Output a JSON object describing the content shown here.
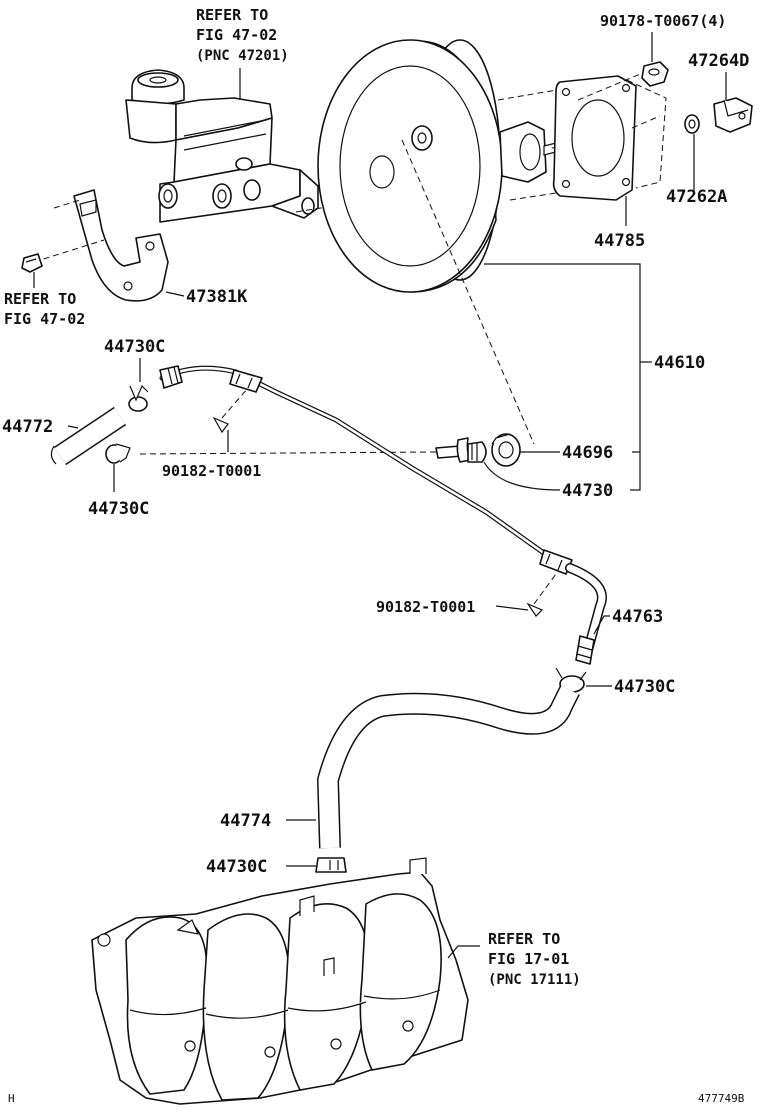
{
  "labels": {
    "refer_master_cyl_1": "REFER TO",
    "refer_master_cyl_2": "FIG 47-02",
    "refer_master_cyl_3": "(PNC 47201)",
    "refer_bracket_1": "REFER TO",
    "refer_bracket_2": "FIG 47-02",
    "refer_manifold_1": "REFER TO",
    "refer_manifold_2": "FIG 17-01",
    "refer_manifold_3": "(PNC 17111)",
    "p47381K": "47381K",
    "p90178": "90178-T0067(4)",
    "p47264D": "47264D",
    "p47262A": "47262A",
    "p44785": "44785",
    "p44610": "44610",
    "p44730C_a": "44730C",
    "p44772": "44772",
    "p44730C_b": "44730C",
    "p90182_a": "90182-T0001",
    "p44696": "44696",
    "p44730": "44730",
    "p90182_b": "90182-T0001",
    "p44763": "44763",
    "p44730C_c": "44730C",
    "p44774": "44774",
    "p44730C_d": "44730C",
    "corner_h": "H",
    "drawing_no": "477749B"
  }
}
